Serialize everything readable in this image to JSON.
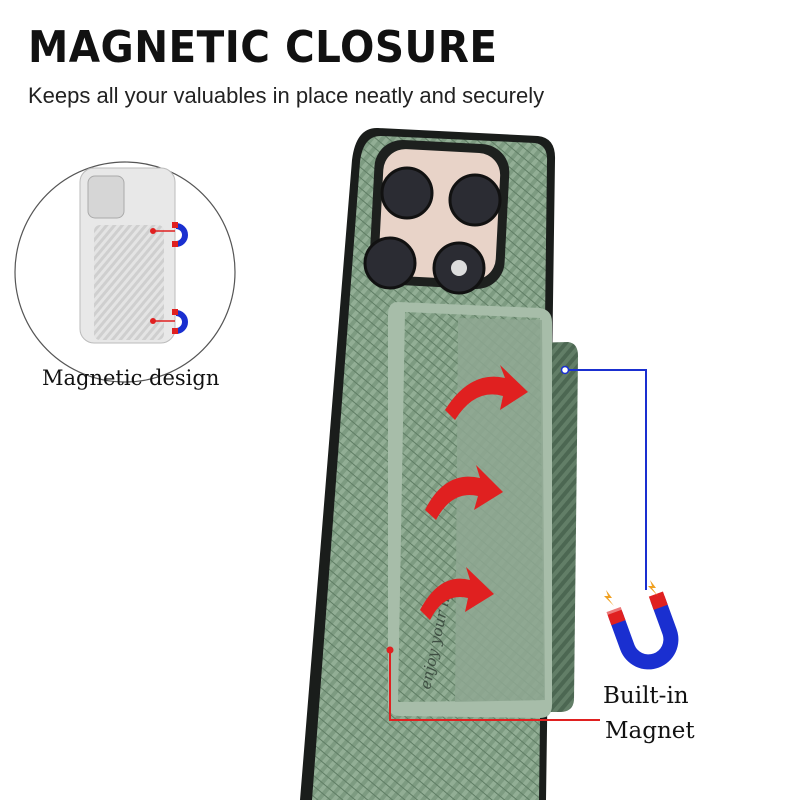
{
  "headline": "MAGNETIC CLOSURE",
  "subheadline": "Keeps all your valuables in place neatly and securely",
  "inset": {
    "label": "Magnetic design"
  },
  "callout": {
    "line1": "Built-in",
    "line2": "Magnet"
  },
  "card_text": "enjoy your life",
  "colors": {
    "case_green": "#7c9a80",
    "camera_plate": "#e8d3c8",
    "arrow_red": "#e02020",
    "callout_blue": "#1a2fd0",
    "callout_red": "#e02020"
  }
}
